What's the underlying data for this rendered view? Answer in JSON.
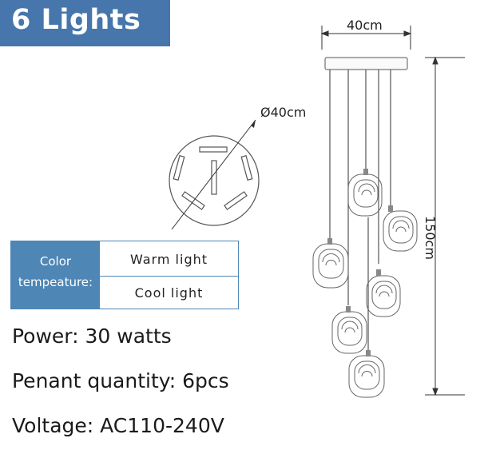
{
  "title": "6 Lights",
  "dimensions": {
    "width": "40cm",
    "canopy_diameter": "Ø40cm",
    "height": "150cm"
  },
  "color_temperature": {
    "header_line1": "Color",
    "header_line2": "tempeature:",
    "options": [
      "Warm light",
      "Cool light"
    ]
  },
  "specs": {
    "power": "Power: 30 watts",
    "quantity": "Penant quantity: 6pcs",
    "voltage": "Voltage: AC110-240V"
  },
  "colors": {
    "title_bg": "#4676ab",
    "table_header_bg": "#4e86b5",
    "line": "#555555"
  }
}
